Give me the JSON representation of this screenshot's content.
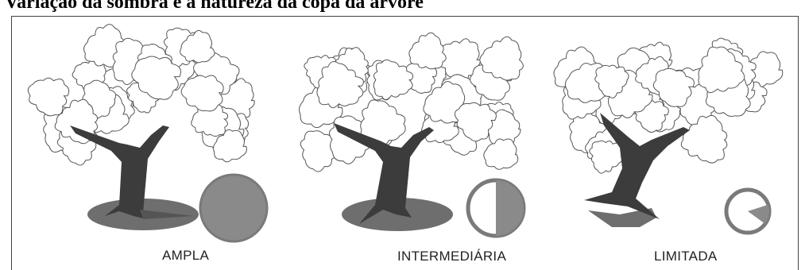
{
  "heading": "Variação da sombra e a natureza da copa da árvore",
  "trees": [
    {
      "label": "AMPLA",
      "shade_fraction": 1.0
    },
    {
      "label": "INTERMEDIÁRIA",
      "shade_fraction": 0.5
    },
    {
      "label": "LIMITADA",
      "shade_fraction": 0.15
    }
  ],
  "colors": {
    "trunk": "#3c3c3c",
    "shadow": "#6e6e6e",
    "pie_fill": "#8a8a8a",
    "pie_stroke": "#7a7a7a",
    "canopy_stroke": "#555555"
  }
}
